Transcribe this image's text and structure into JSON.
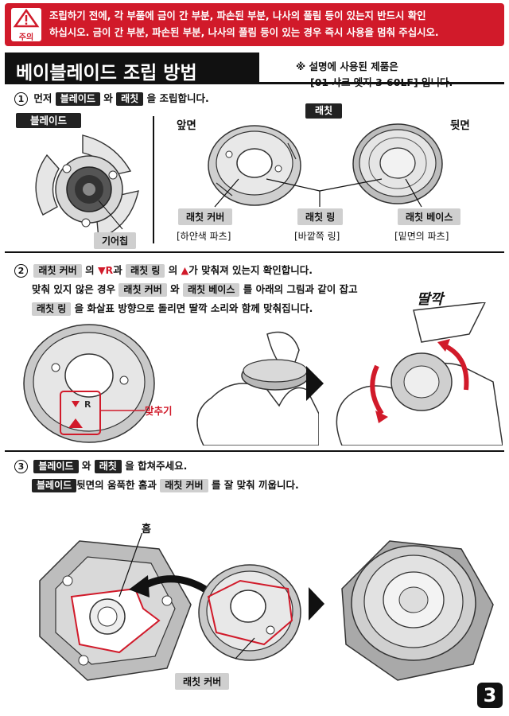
{
  "warning": {
    "badge": "주의",
    "line1": "조립하기 전에, 각 부품에 금이 간 부분, 파손된 부분, 나사의 풀림 등이 있는지 반드시 확인",
    "line2": "하십시오. 금이 간 부분, 파손된 부분, 나사의 풀림 등이 있는 경우 즉시 사용을 멈춰 주십시오."
  },
  "title": "베이블레이드 조립 방법",
  "note": {
    "line1": "※ 설명에 사용된 제품은",
    "line2": "[01 샤크 엣지 3-60LF] 입니다."
  },
  "step1": {
    "num": "1",
    "prefix": "먼저",
    "chip_blade": "블레이드",
    "and": "와",
    "chip_ratchet": "래칫",
    "suffix": "을 조립합니다.",
    "blade_label": "블레이드",
    "gear_chip": "기어칩",
    "ratchet_header": "래칫",
    "front": "앞면",
    "back": "뒷면",
    "cover": "래칫 커버",
    "cover_sub": "[하얀색 파츠]",
    "ring": "래칫 링",
    "ring_sub": "[바깥쪽 링]",
    "base": "래칫 베이스",
    "base_sub": "[밑면의 파츠]"
  },
  "step2": {
    "num": "2",
    "chip_cover": "래칫 커버",
    "of1": "의",
    "mark_r": "▼R",
    "and1": "과",
    "chip_ring": "래칫 링",
    "of2": "의",
    "mark_tri": "▲",
    "check": "가 맞춰져 있는지 확인합니다.",
    "line2_pre": "맞춰 있지 않은 경우",
    "chip_cover2": "래칫 커버",
    "and2": "와",
    "chip_base": "래칫 베이스",
    "line2_post": "를 아래의 그림과 같이 잡고",
    "chip_ring2": "래칫 링",
    "line3_post": "을 화살표 방향으로 돌리면 딸깍 소리와 함께 맞춰집니다.",
    "align_label": "맞추기",
    "click_sound": "딸깍"
  },
  "step3": {
    "num": "3",
    "chip_blade": "블레이드",
    "and": "와",
    "chip_ratchet": "래칫",
    "suffix": "을 합쳐주세요.",
    "chip_blade2": "블레이드",
    "line2_mid": "뒷면의 움푹한 홈과",
    "chip_cover": "래칫 커버",
    "line2_post": "를 잘 맞춰 끼웁니다.",
    "groove_label": "홈",
    "cover_label": "래칫 커버"
  },
  "page_number": "3",
  "colors": {
    "accent": "#d11a2a",
    "dark": "#111111",
    "chip_gray": "#cfcfcf"
  }
}
